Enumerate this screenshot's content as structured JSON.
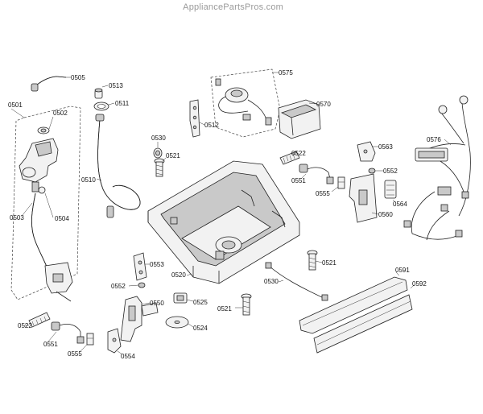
{
  "watermark": "AppliancePartsPros.com",
  "labels": {
    "p0505": "0505",
    "p0513": "0513",
    "p0511": "0511",
    "p0501": "0501",
    "p0502": "0502",
    "p0510": "0510",
    "p0503": "0503",
    "p0504": "0504",
    "p0575": "0575",
    "p0570": "0570",
    "p0512": "0512",
    "p0530a": "0530",
    "p0521a": "0521",
    "p0522a": "0522",
    "p0551a": "0551",
    "p0555a": "0555",
    "p0563": "0563",
    "p0552a": "0552",
    "p0564": "0564",
    "p0560": "0560",
    "p0576": "0576",
    "p0553": "0553",
    "p0552b": "0552",
    "p0520": "0520",
    "p0530b": "0530",
    "p0521b": "0521",
    "p0591": "0591",
    "p0592": "0592",
    "p0525": "0525",
    "p0550": "0550",
    "p0521c": "0521",
    "p0524": "0524",
    "p0522b": "0522",
    "p0551b": "0551",
    "p0555b": "0555",
    "p0554": "0554"
  }
}
